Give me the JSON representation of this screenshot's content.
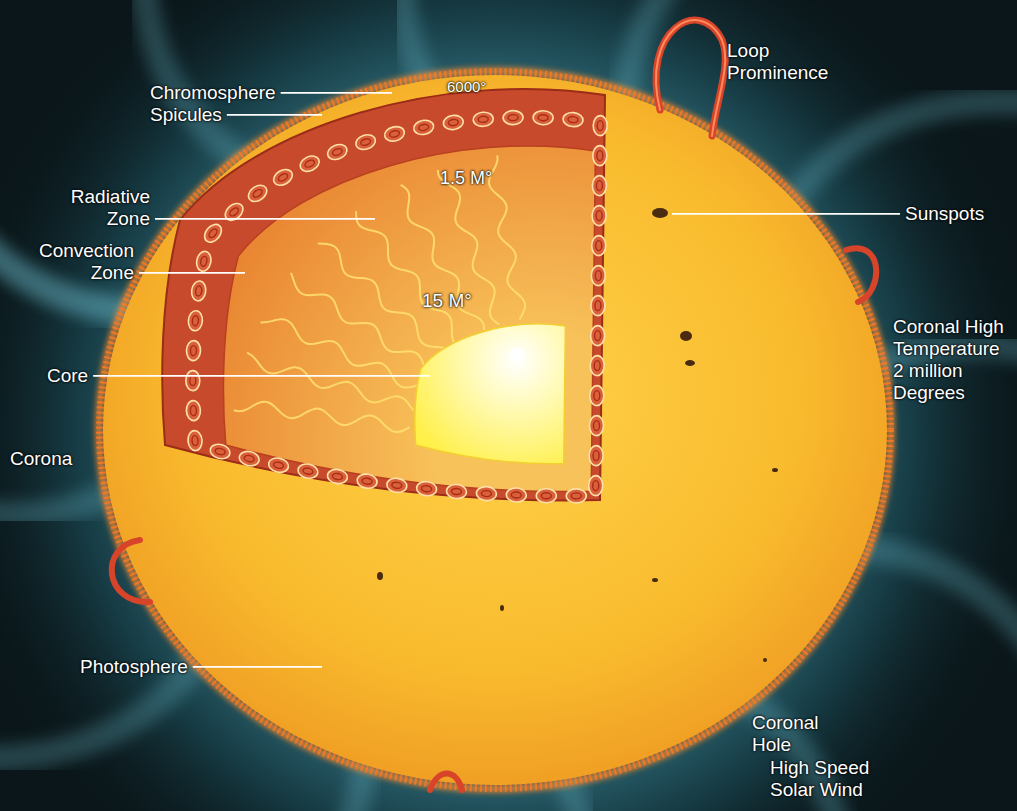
{
  "diagram": {
    "labels": [
      "Loop Prominence",
      "6000°",
      "Chromosphere",
      "Spicules",
      "1.5 M°",
      "Radiative Zone",
      "Sunspots",
      "Convection Zone",
      "15 M°",
      "Coronal High Temperature 2 million Degrees",
      "Core",
      "Corona",
      "Photosphere",
      "Coronal Hole",
      "High Speed Solar Wind"
    ]
  }
}
